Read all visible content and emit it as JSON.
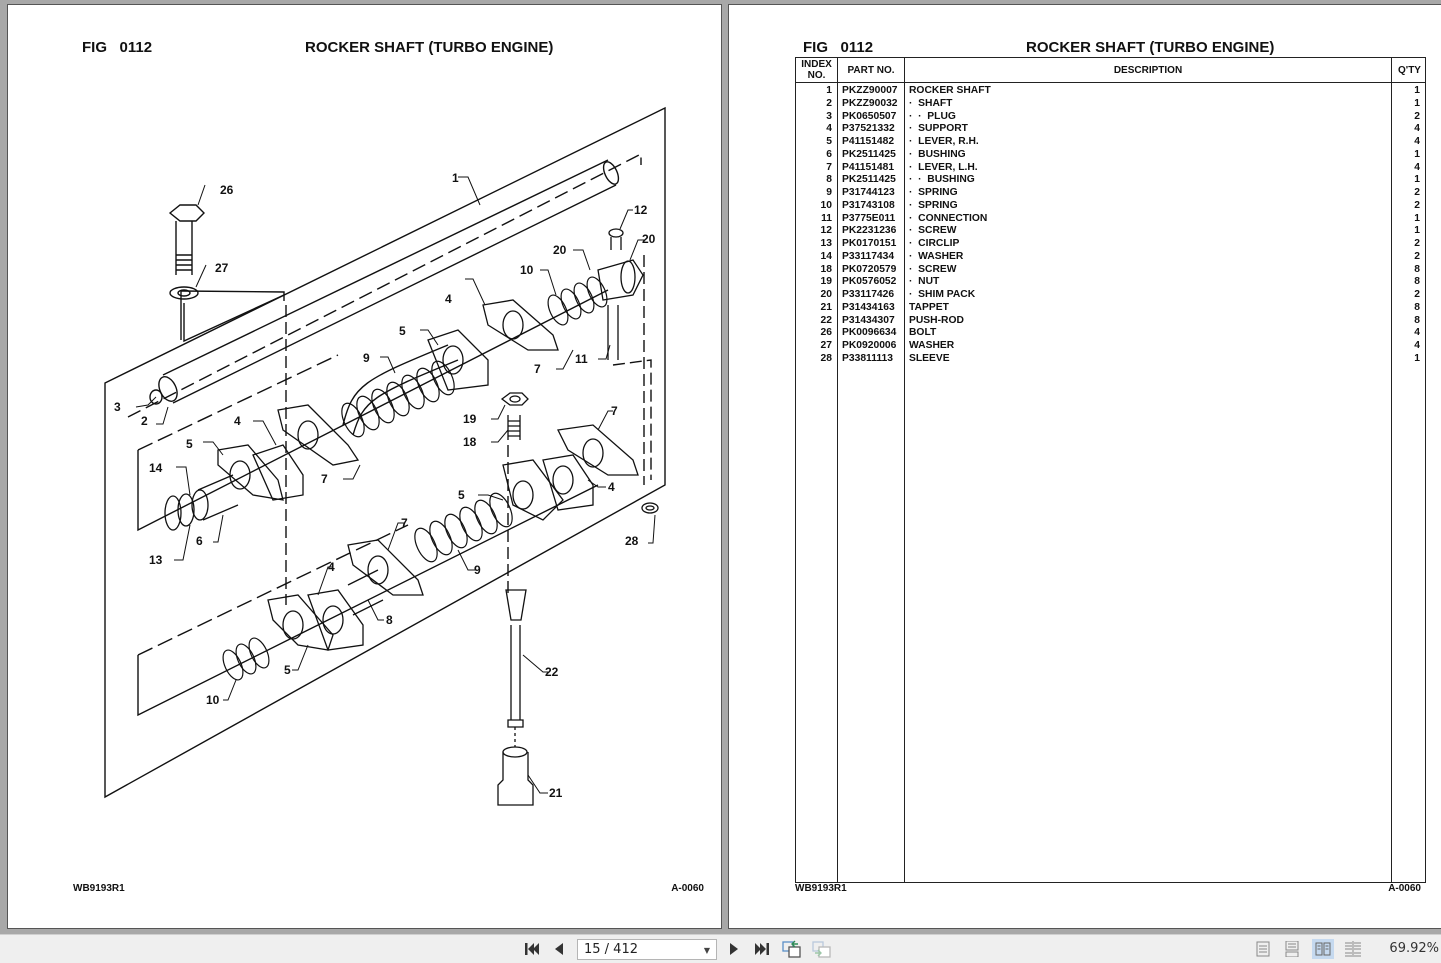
{
  "document": {
    "fig_label": "FIG",
    "fig_number": "0112",
    "title": "ROCKER SHAFT (TURBO ENGINE)",
    "footer_left": "WB9193R1",
    "footer_right": "A-0060"
  },
  "diagram": {
    "callouts": [
      "1",
      "2",
      "3",
      "4",
      "4",
      "4",
      "4",
      "5",
      "5",
      "5",
      "5",
      "6",
      "7",
      "7",
      "7",
      "7",
      "8",
      "9",
      "9",
      "10",
      "10",
      "11",
      "12",
      "13",
      "14",
      "18",
      "19",
      "20",
      "20",
      "21",
      "22",
      "26",
      "27",
      "28"
    ]
  },
  "table": {
    "headers": {
      "index": "INDEX NO.",
      "index_line1": "INDEX",
      "index_line2": "NO.",
      "part_no": "PART NO.",
      "description": "DESCRIPTION",
      "qty": "Q'TY"
    },
    "rows": [
      {
        "index": "1",
        "part_no": "PKZZ90007",
        "description": "ROCKER SHAFT",
        "qty": "1"
      },
      {
        "index": "2",
        "part_no": "PKZZ90032",
        "description": "·  SHAFT",
        "qty": "1"
      },
      {
        "index": "3",
        "part_no": "PK0650507",
        "description": "·  ·  PLUG",
        "qty": "2"
      },
      {
        "index": "4",
        "part_no": "P37521332",
        "description": "·  SUPPORT",
        "qty": "4"
      },
      {
        "index": "5",
        "part_no": "P41151482",
        "description": "·  LEVER, R.H.",
        "qty": "4"
      },
      {
        "index": "6",
        "part_no": "PK2511425",
        "description": "·  BUSHING",
        "qty": "1"
      },
      {
        "index": "7",
        "part_no": "P41151481",
        "description": "·  LEVER, L.H.",
        "qty": "4"
      },
      {
        "index": "8",
        "part_no": "PK2511425",
        "description": "·  ·  BUSHING",
        "qty": "1"
      },
      {
        "index": "9",
        "part_no": "P31744123",
        "description": "·  SPRING",
        "qty": "2"
      },
      {
        "index": "10",
        "part_no": "P31743108",
        "description": "·  SPRING",
        "qty": "2"
      },
      {
        "index": "11",
        "part_no": "P3775E011",
        "description": "·  CONNECTION",
        "qty": "1"
      },
      {
        "index": "12",
        "part_no": "PK2231236",
        "description": "·  SCREW",
        "qty": "1"
      },
      {
        "index": "13",
        "part_no": "PK0170151",
        "description": "·  CIRCLIP",
        "qty": "2"
      },
      {
        "index": "14",
        "part_no": "P33117434",
        "description": "·  WASHER",
        "qty": "2"
      },
      {
        "index": "18",
        "part_no": "PK0720579",
        "description": "·  SCREW",
        "qty": "8"
      },
      {
        "index": "19",
        "part_no": "PK0576052",
        "description": "·  NUT",
        "qty": "8"
      },
      {
        "index": "20",
        "part_no": "P33117426",
        "description": "·  SHIM PACK",
        "qty": "2"
      },
      {
        "index": "21",
        "part_no": "P31434163",
        "description": "TAPPET",
        "qty": "8"
      },
      {
        "index": "22",
        "part_no": "P31434307",
        "description": "PUSH-ROD",
        "qty": "8"
      },
      {
        "index": "26",
        "part_no": "PK0096634",
        "description": "BOLT",
        "qty": "4"
      },
      {
        "index": "27",
        "part_no": "PK0920006",
        "description": "WASHER",
        "qty": "4"
      },
      {
        "index": "28",
        "part_no": "P33811113",
        "description": "SLEEVE",
        "qty": "1"
      }
    ]
  },
  "toolbar": {
    "first_page_icon": "first-page-icon",
    "prev_page_icon": "previous-page-icon",
    "page_indicator": "15 / 412",
    "next_page_icon": "next-page-icon",
    "last_page_icon": "last-page-icon",
    "back_view_icon": "previous-view-icon",
    "forward_view_icon": "next-view-icon",
    "view_modes": [
      "single-page",
      "continuous",
      "facing",
      "continuous-facing"
    ],
    "active_view_mode": "facing",
    "zoom_level": "69.92%"
  }
}
